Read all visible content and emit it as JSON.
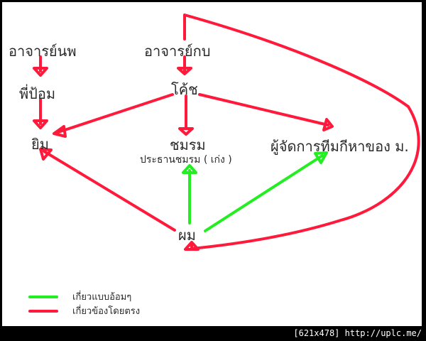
{
  "colors": {
    "direct": "#ff1a3c",
    "indirect": "#22ee22",
    "text": "#2a2a2a",
    "frame": "#000000"
  },
  "nodes": {
    "ajarn_np": "อาจารย์นพ",
    "phi_pom": "พี่ป้อม",
    "yim": "ยิม",
    "ajarn_kb": "อาจารย์กบ",
    "coach": "โค้ช",
    "club": "ชมรม",
    "club_president": "ประธานชมรม ( เก่ง )",
    "team_manager": "ผู้จัดการทีมกีหาของ ม.",
    "me": "ผม"
  },
  "edges": [
    {
      "from": "ajarn_np",
      "to": "phi_pom",
      "type": "direct"
    },
    {
      "from": "phi_pom",
      "to": "yim",
      "type": "direct"
    },
    {
      "from": "ajarn_kb",
      "to": "coach",
      "type": "direct"
    },
    {
      "from": "coach",
      "to": "yim",
      "type": "direct"
    },
    {
      "from": "coach",
      "to": "club",
      "type": "direct"
    },
    {
      "from": "coach",
      "to": "team_manager",
      "type": "direct"
    },
    {
      "from": "me",
      "to": "yim",
      "type": "direct"
    },
    {
      "from": "me",
      "to": "club_president",
      "type": "indirect"
    },
    {
      "from": "me",
      "to": "team_manager",
      "type": "indirect"
    },
    {
      "from": "ajarn_kb",
      "to": "me",
      "type": "direct",
      "route": "curved-right"
    }
  ],
  "legend": {
    "items": [
      {
        "label": "เกี่ยวแบบอ้อมๆ",
        "type": "indirect"
      },
      {
        "label": "เกี่ยวข้องโดยตรง",
        "type": "direct"
      }
    ]
  },
  "watermark": "[621x478] http://uplc.me/"
}
